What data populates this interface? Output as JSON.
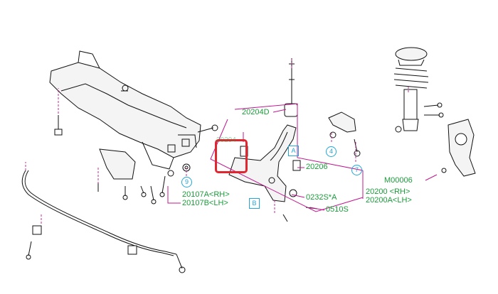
{
  "diagram": {
    "colors": {
      "line": "#111111",
      "leader": "#c0188f",
      "label": "#1a9c3a",
      "ref": "#23a6d8",
      "highlight": "#e0262f",
      "part_fill": "#f4f4f4"
    },
    "part_labels": {
      "p20204D": "20204D",
      "p20204_hidden": "20204",
      "p20206": "20206",
      "p20107A": "20107A<RH>",
      "p20107B": "20107B<LH>",
      "p0232S": "0232S*A",
      "p0510S": "0510S",
      "p20200": "20200 <RH>",
      "p20200A": "20200A<LH>",
      "pM00006": "M00006"
    },
    "refs": {
      "r9": "9",
      "r4": "4",
      "r7": "7",
      "rA": "A",
      "rB": "B"
    },
    "icons": {
      "crossmember": "front-crossmember-icon",
      "stabilizer": "stabilizer-bar-icon",
      "control_arm": "transverse-link-icon",
      "strut": "strut-assembly-icon",
      "knuckle": "steering-knuckle-icon"
    }
  }
}
